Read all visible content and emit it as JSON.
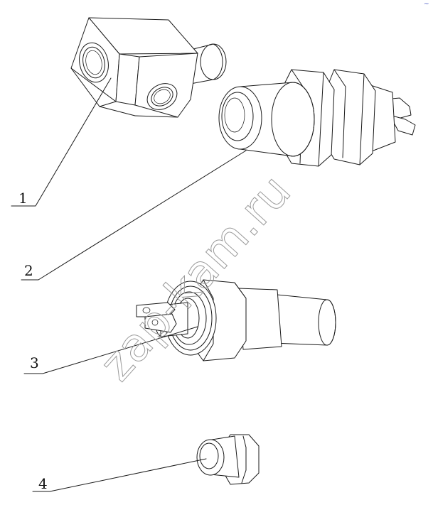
{
  "watermark": "zap-kam.ru",
  "corner_mark": "~",
  "parts": [
    {
      "number": "1"
    },
    {
      "number": "2"
    },
    {
      "number": "3"
    },
    {
      "number": "4"
    }
  ]
}
